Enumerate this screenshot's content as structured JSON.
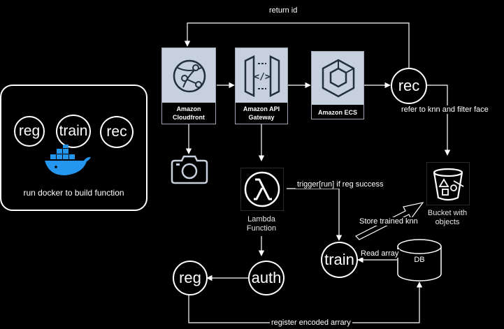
{
  "labels": {
    "return_id": "return id",
    "refer_knn": "refer to knn and filter face",
    "trigger": "trigger[run] if reg success",
    "store_trained": "Store trained knn",
    "read_array": "Read array",
    "register_encoded": "register encoded arrary",
    "run_docker": "run docker to build function"
  },
  "services": {
    "cloudfront": "Amazon\nCloudfront",
    "api_gateway": "Amazon API\nGateway",
    "ecs": "Amazon ECS",
    "lambda": "Lambda\nFunction",
    "bucket": "Bucket with\nobjects"
  },
  "nodes": {
    "rec": "rec",
    "train": "train",
    "auth": "auth",
    "reg": "reg",
    "db": "DB"
  },
  "docker_box": {
    "reg": "reg",
    "train": "train",
    "rec": "rec"
  },
  "colors": {
    "background": "#000000",
    "line": "#ffffff",
    "service_card": "#c7d0dd",
    "docker_blue": "#2496ed",
    "bucket_green": "#3f8624"
  },
  "icons": [
    "cloudfront-icon",
    "api-gateway-icon",
    "ecs-icon",
    "camera-icon",
    "lambda-icon",
    "bucket-icon",
    "docker-icon"
  ]
}
